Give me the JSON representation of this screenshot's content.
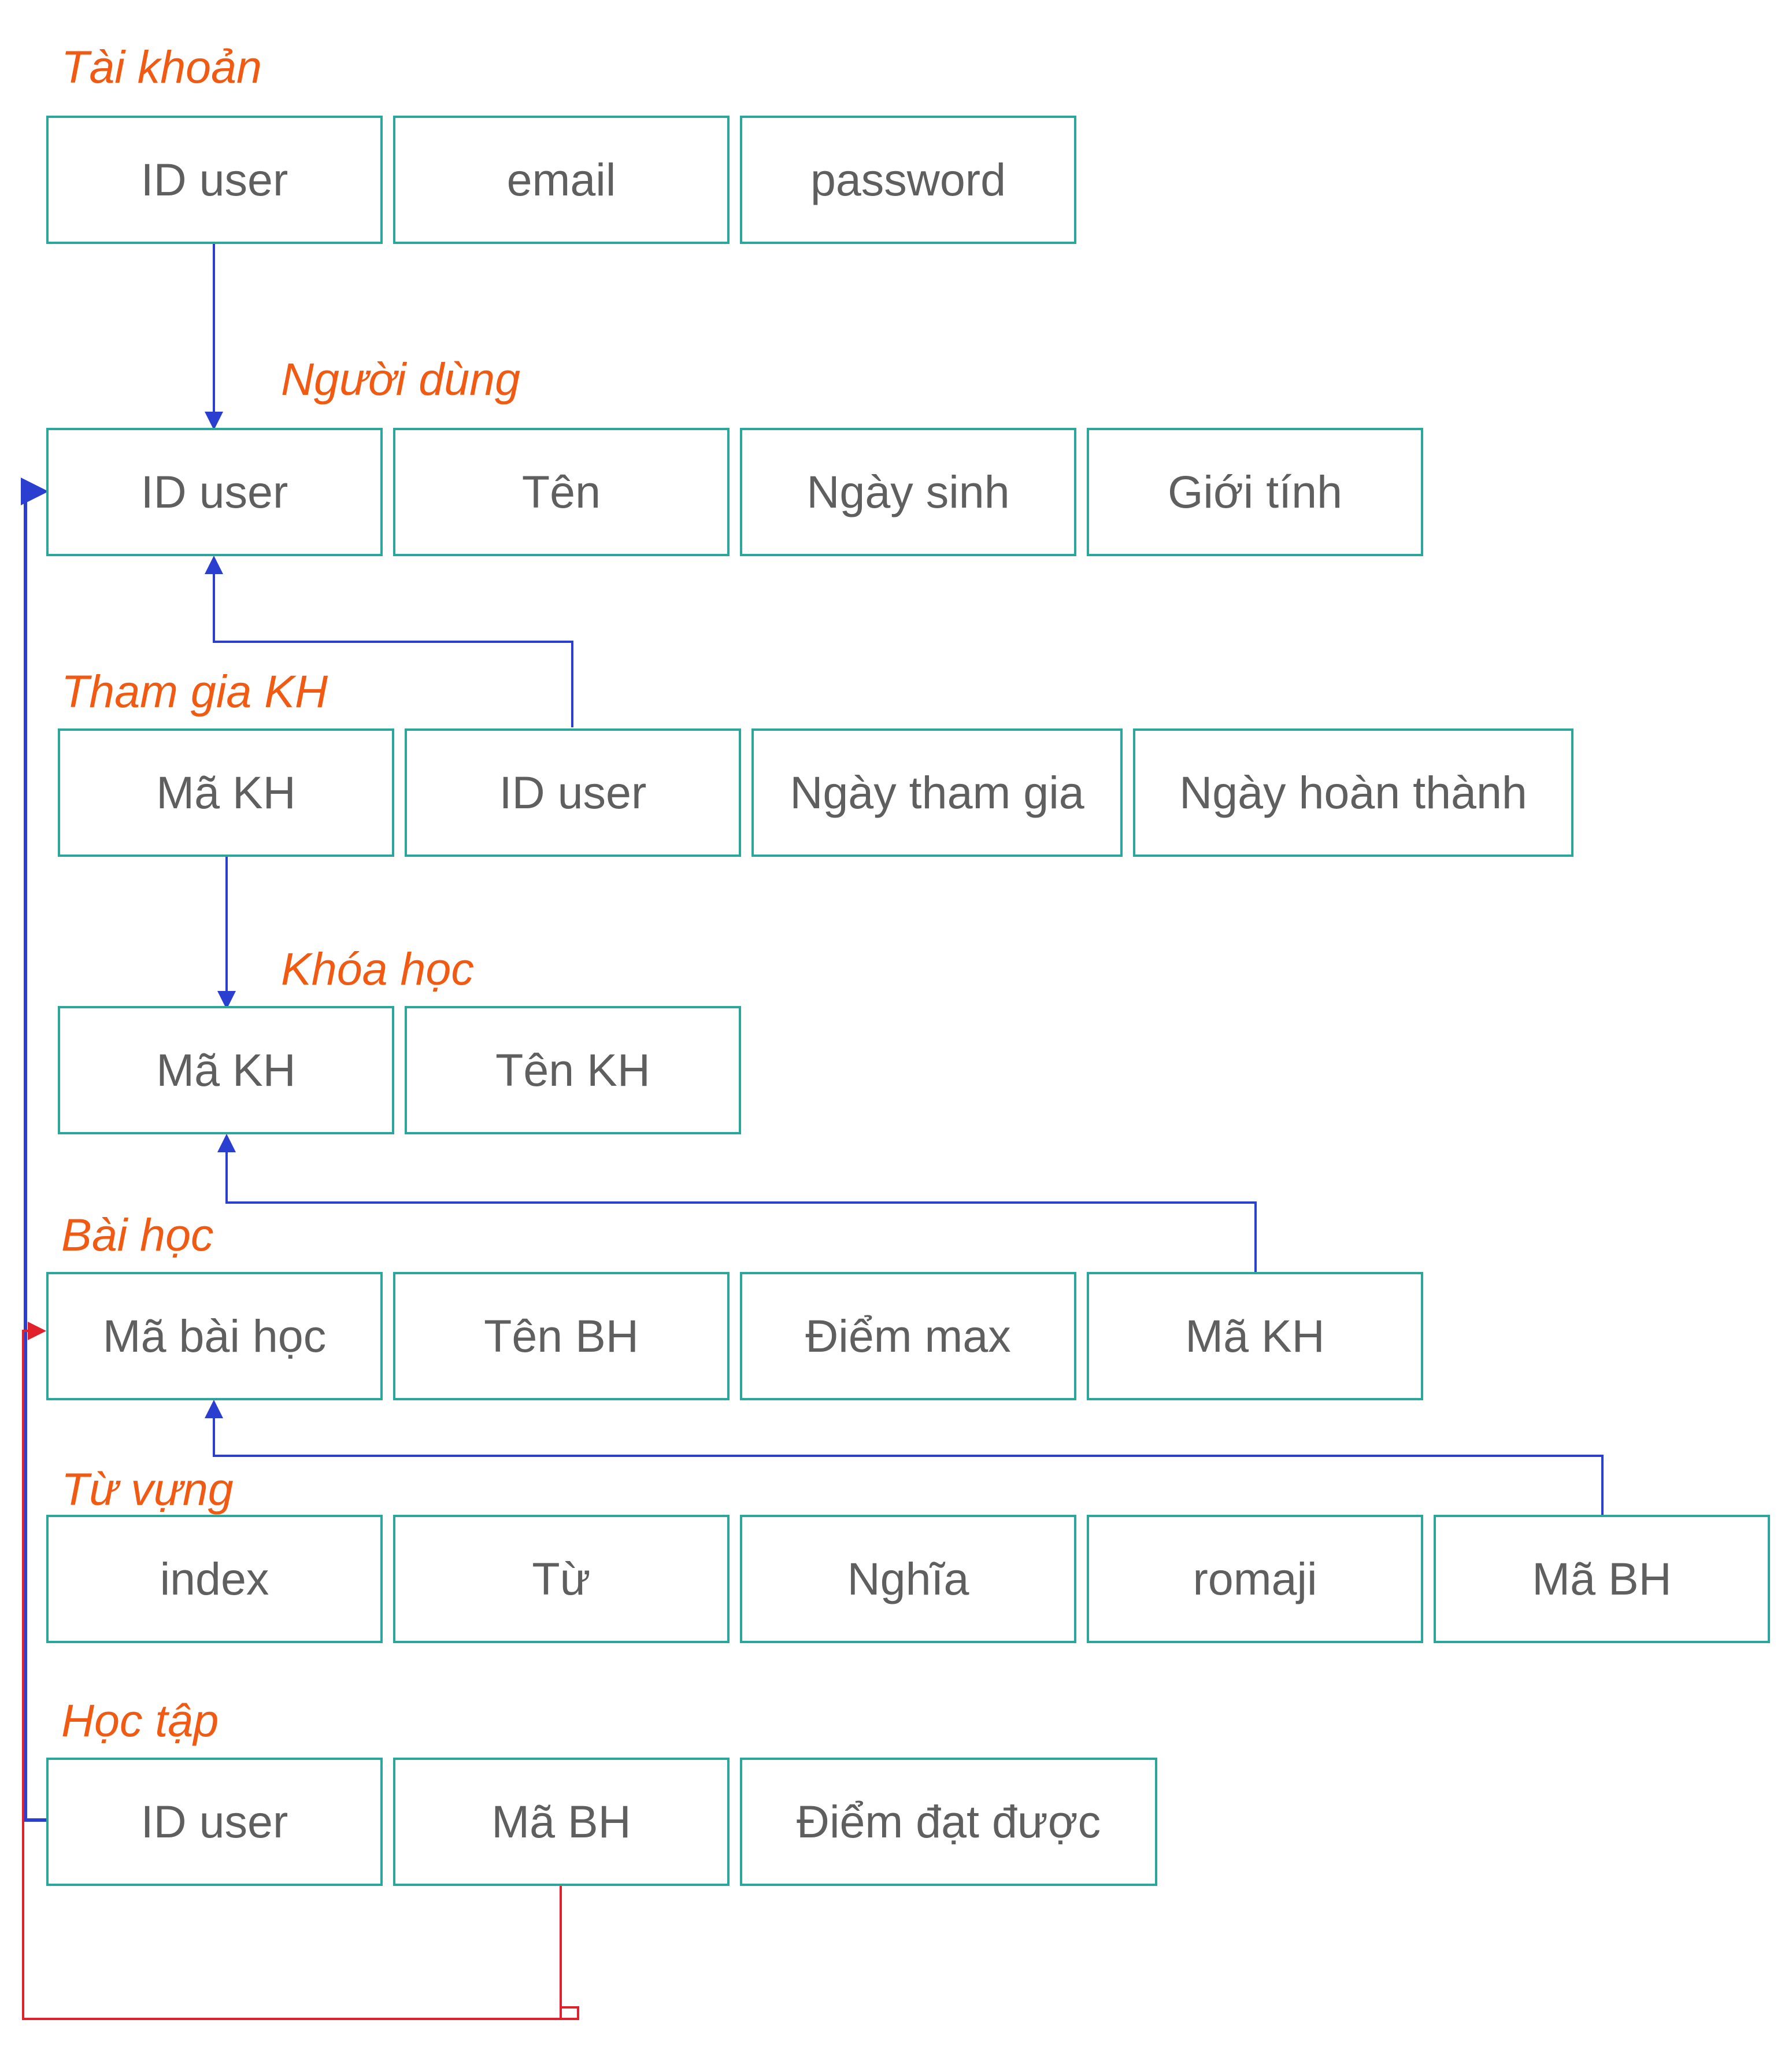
{
  "tables": {
    "tai_khoan": {
      "title": "Tài khoản",
      "fields": [
        "ID user",
        "email",
        "password"
      ]
    },
    "nguoi_dung": {
      "title": "Người dùng",
      "fields": [
        "ID user",
        "Tên",
        "Ngày sinh",
        "Giới tính"
      ]
    },
    "tham_gia_kh": {
      "title": "Tham gia KH",
      "fields": [
        "Mã KH",
        "ID user",
        "Ngày tham gia",
        "Ngày hoàn thành"
      ]
    },
    "khoa_hoc": {
      "title": "Khóa học",
      "fields": [
        "Mã KH",
        "Tên KH"
      ]
    },
    "bai_hoc": {
      "title": "Bài học",
      "fields": [
        "Mã bài học",
        "Tên BH",
        "Điểm max",
        "Mã KH"
      ]
    },
    "tu_vung": {
      "title": "Từ vựng",
      "fields": [
        "index",
        "Từ",
        "Nghĩa",
        "romaji",
        "Mã BH"
      ]
    },
    "hoc_tap": {
      "title": "Học tập",
      "fields": [
        "ID user",
        "Mã BH",
        "Điểm đạt được"
      ]
    }
  },
  "colors": {
    "title": "#f05a12",
    "field_border": "#2aa79a",
    "field_text": "#5f5f5f",
    "connector_blue": "#2a3fd0",
    "connector_red": "#e0202a"
  }
}
